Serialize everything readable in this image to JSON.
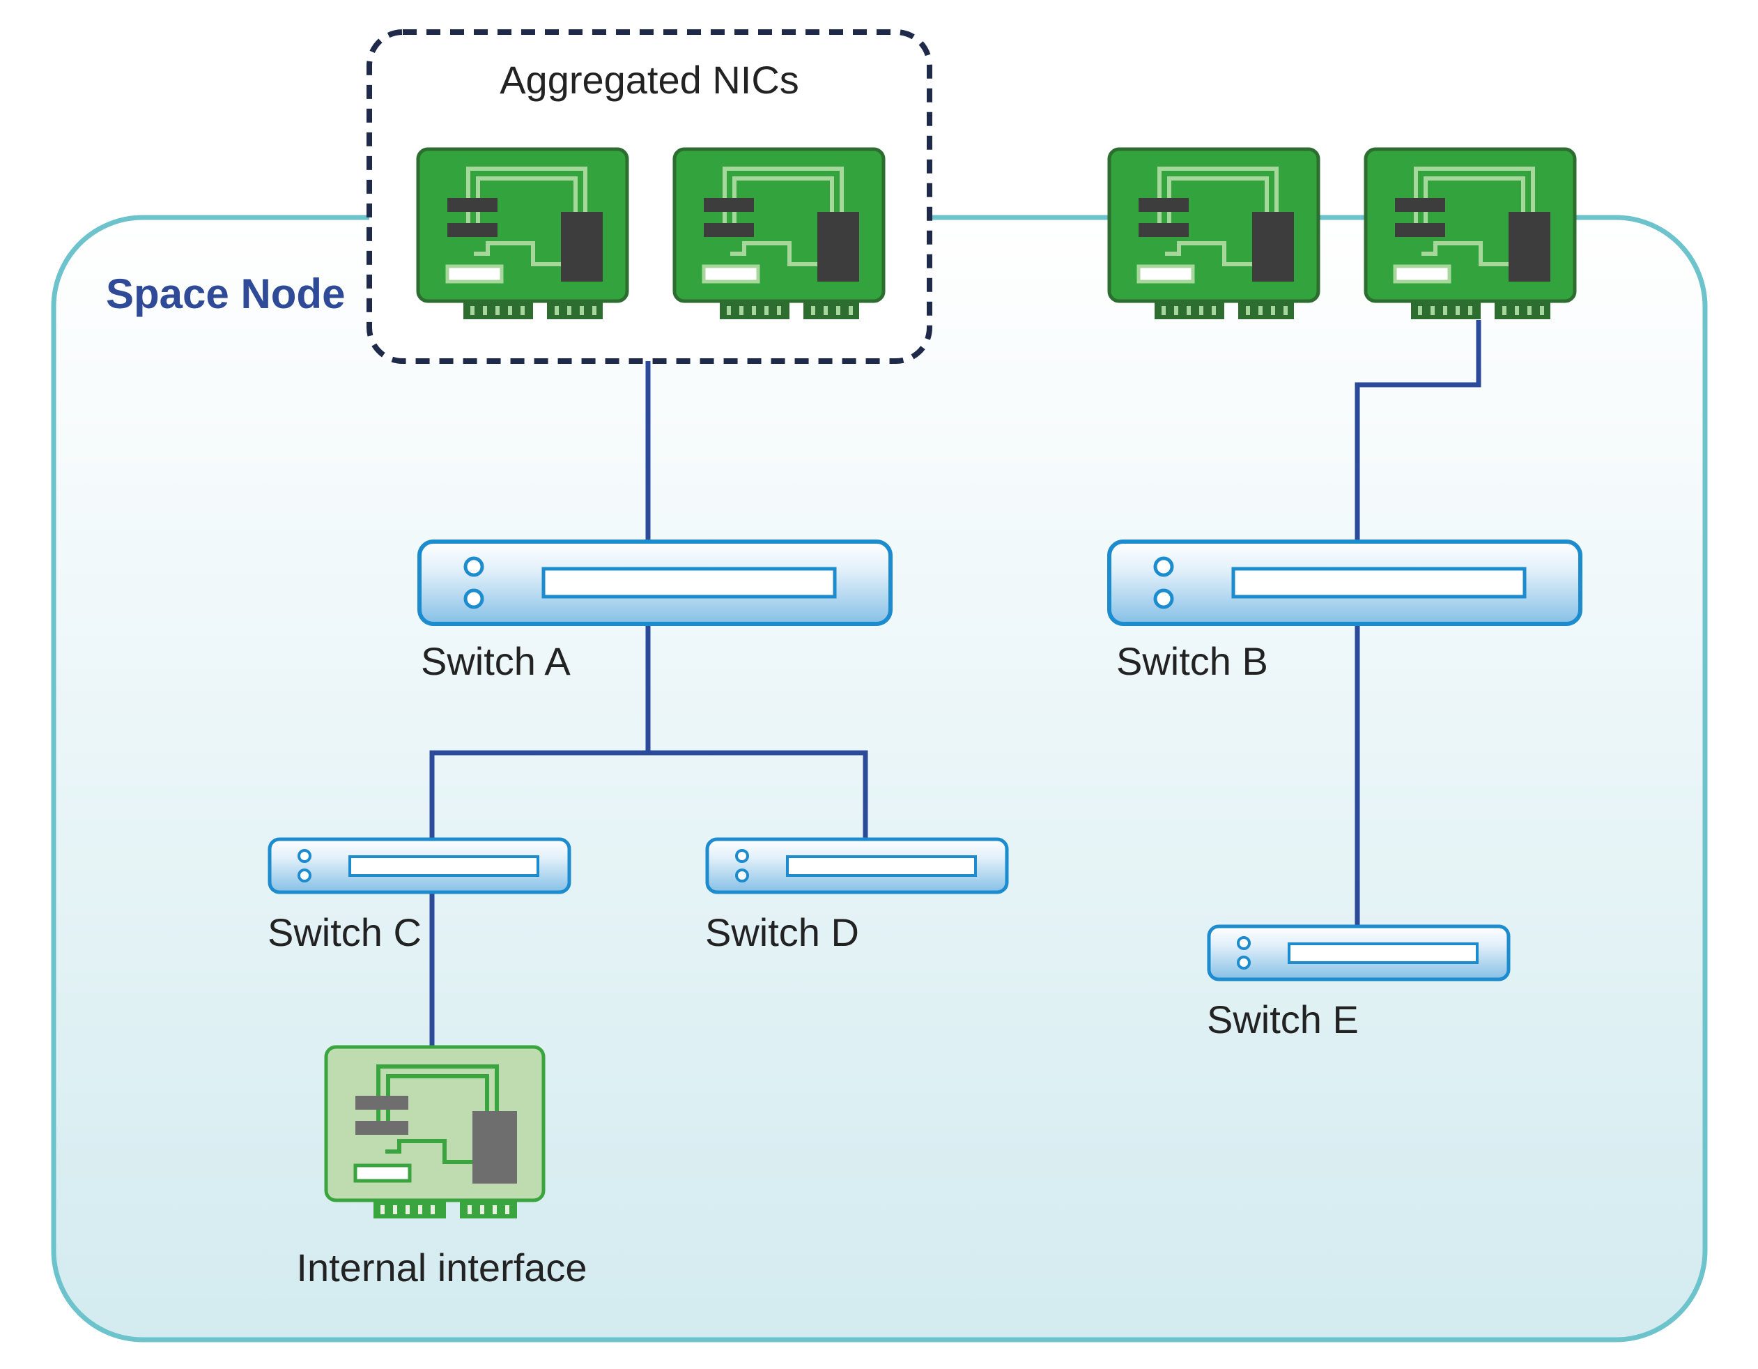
{
  "node": {
    "title": "Space Node"
  },
  "aggregate_group": {
    "label": "Aggregated NICs"
  },
  "switches": [
    {
      "id": "switch-a",
      "label": "Switch A"
    },
    {
      "id": "switch-b",
      "label": "Switch B"
    },
    {
      "id": "switch-c",
      "label": "Switch C"
    },
    {
      "id": "switch-d",
      "label": "Switch D"
    },
    {
      "id": "switch-e",
      "label": "Switch E"
    }
  ],
  "nics": [
    {
      "id": "nic-1",
      "group": "aggregated"
    },
    {
      "id": "nic-2",
      "group": "aggregated"
    },
    {
      "id": "nic-3",
      "group": "standalone"
    },
    {
      "id": "nic-4",
      "group": "standalone"
    }
  ],
  "internal_interface": {
    "label": "Internal interface"
  },
  "connections": [
    {
      "from": "aggregated-nics",
      "to": "switch-a"
    },
    {
      "from": "switch-a",
      "to": "switch-c"
    },
    {
      "from": "switch-a",
      "to": "switch-d"
    },
    {
      "from": "switch-c",
      "to": "internal-interface"
    },
    {
      "from": "nic-4",
      "to": "switch-b"
    },
    {
      "from": "switch-b",
      "to": "switch-e"
    }
  ],
  "colors": {
    "node_border": "#6cc3cc",
    "node_fill_top": "#ffffff",
    "node_fill_bottom": "#d3ebf0",
    "link": "#2c4a9a",
    "nic_green": "#33a33e",
    "nic_dark_green": "#2d6d2f",
    "internal_nic_fill": "#bfdcb0",
    "switch_border": "#1c8ccf",
    "switch_fill_top": "#ffffff",
    "switch_fill_bottom": "#86c0e6",
    "group_border": "#1f2a4a",
    "title_color": "#2f4a96"
  }
}
